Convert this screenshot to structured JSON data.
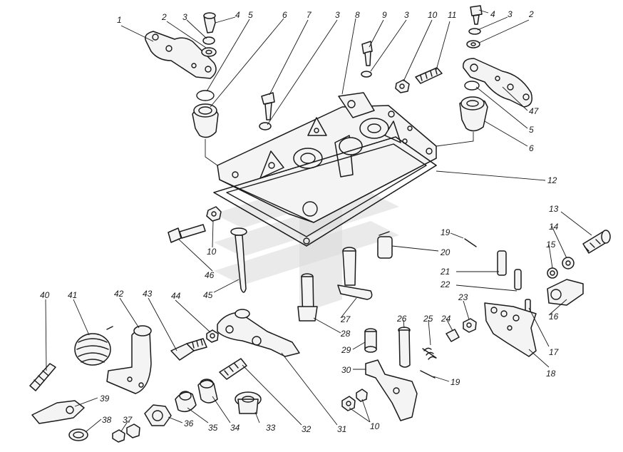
{
  "watermark_color": "#cfcfcf",
  "labels": {
    "l1": "1",
    "l2a": "2",
    "l3a": "3",
    "l4a": "4",
    "l5a": "5",
    "l6a": "6",
    "l7": "7",
    "l3b": "3",
    "l8": "8",
    "l9": "9",
    "l3c": "3",
    "l10a": "10",
    "l11": "11",
    "l4b": "4",
    "l3d": "3",
    "l2b": "2",
    "l47": "47",
    "l5b": "5",
    "l6b": "6",
    "l12": "12",
    "l13": "13",
    "l14": "14",
    "l15": "15",
    "l16": "16",
    "l17": "17",
    "l18": "18",
    "l19a": "19",
    "l20": "20",
    "l21": "21",
    "l22": "22",
    "l23": "23",
    "l24": "24",
    "l25": "25",
    "l26": "26",
    "l27": "27",
    "l28": "28",
    "l29": "29",
    "l30": "30",
    "l19b": "19",
    "l10b": "10",
    "l10c": "10",
    "l46": "46",
    "l45": "45",
    "l40": "40",
    "l41": "41",
    "l42": "42",
    "l43": "43",
    "l44": "44",
    "l39": "39",
    "l38": "38",
    "l37": "37",
    "l36": "36",
    "l35": "35",
    "l34": "34",
    "l33": "33",
    "l32": "32",
    "l31": "31"
  }
}
